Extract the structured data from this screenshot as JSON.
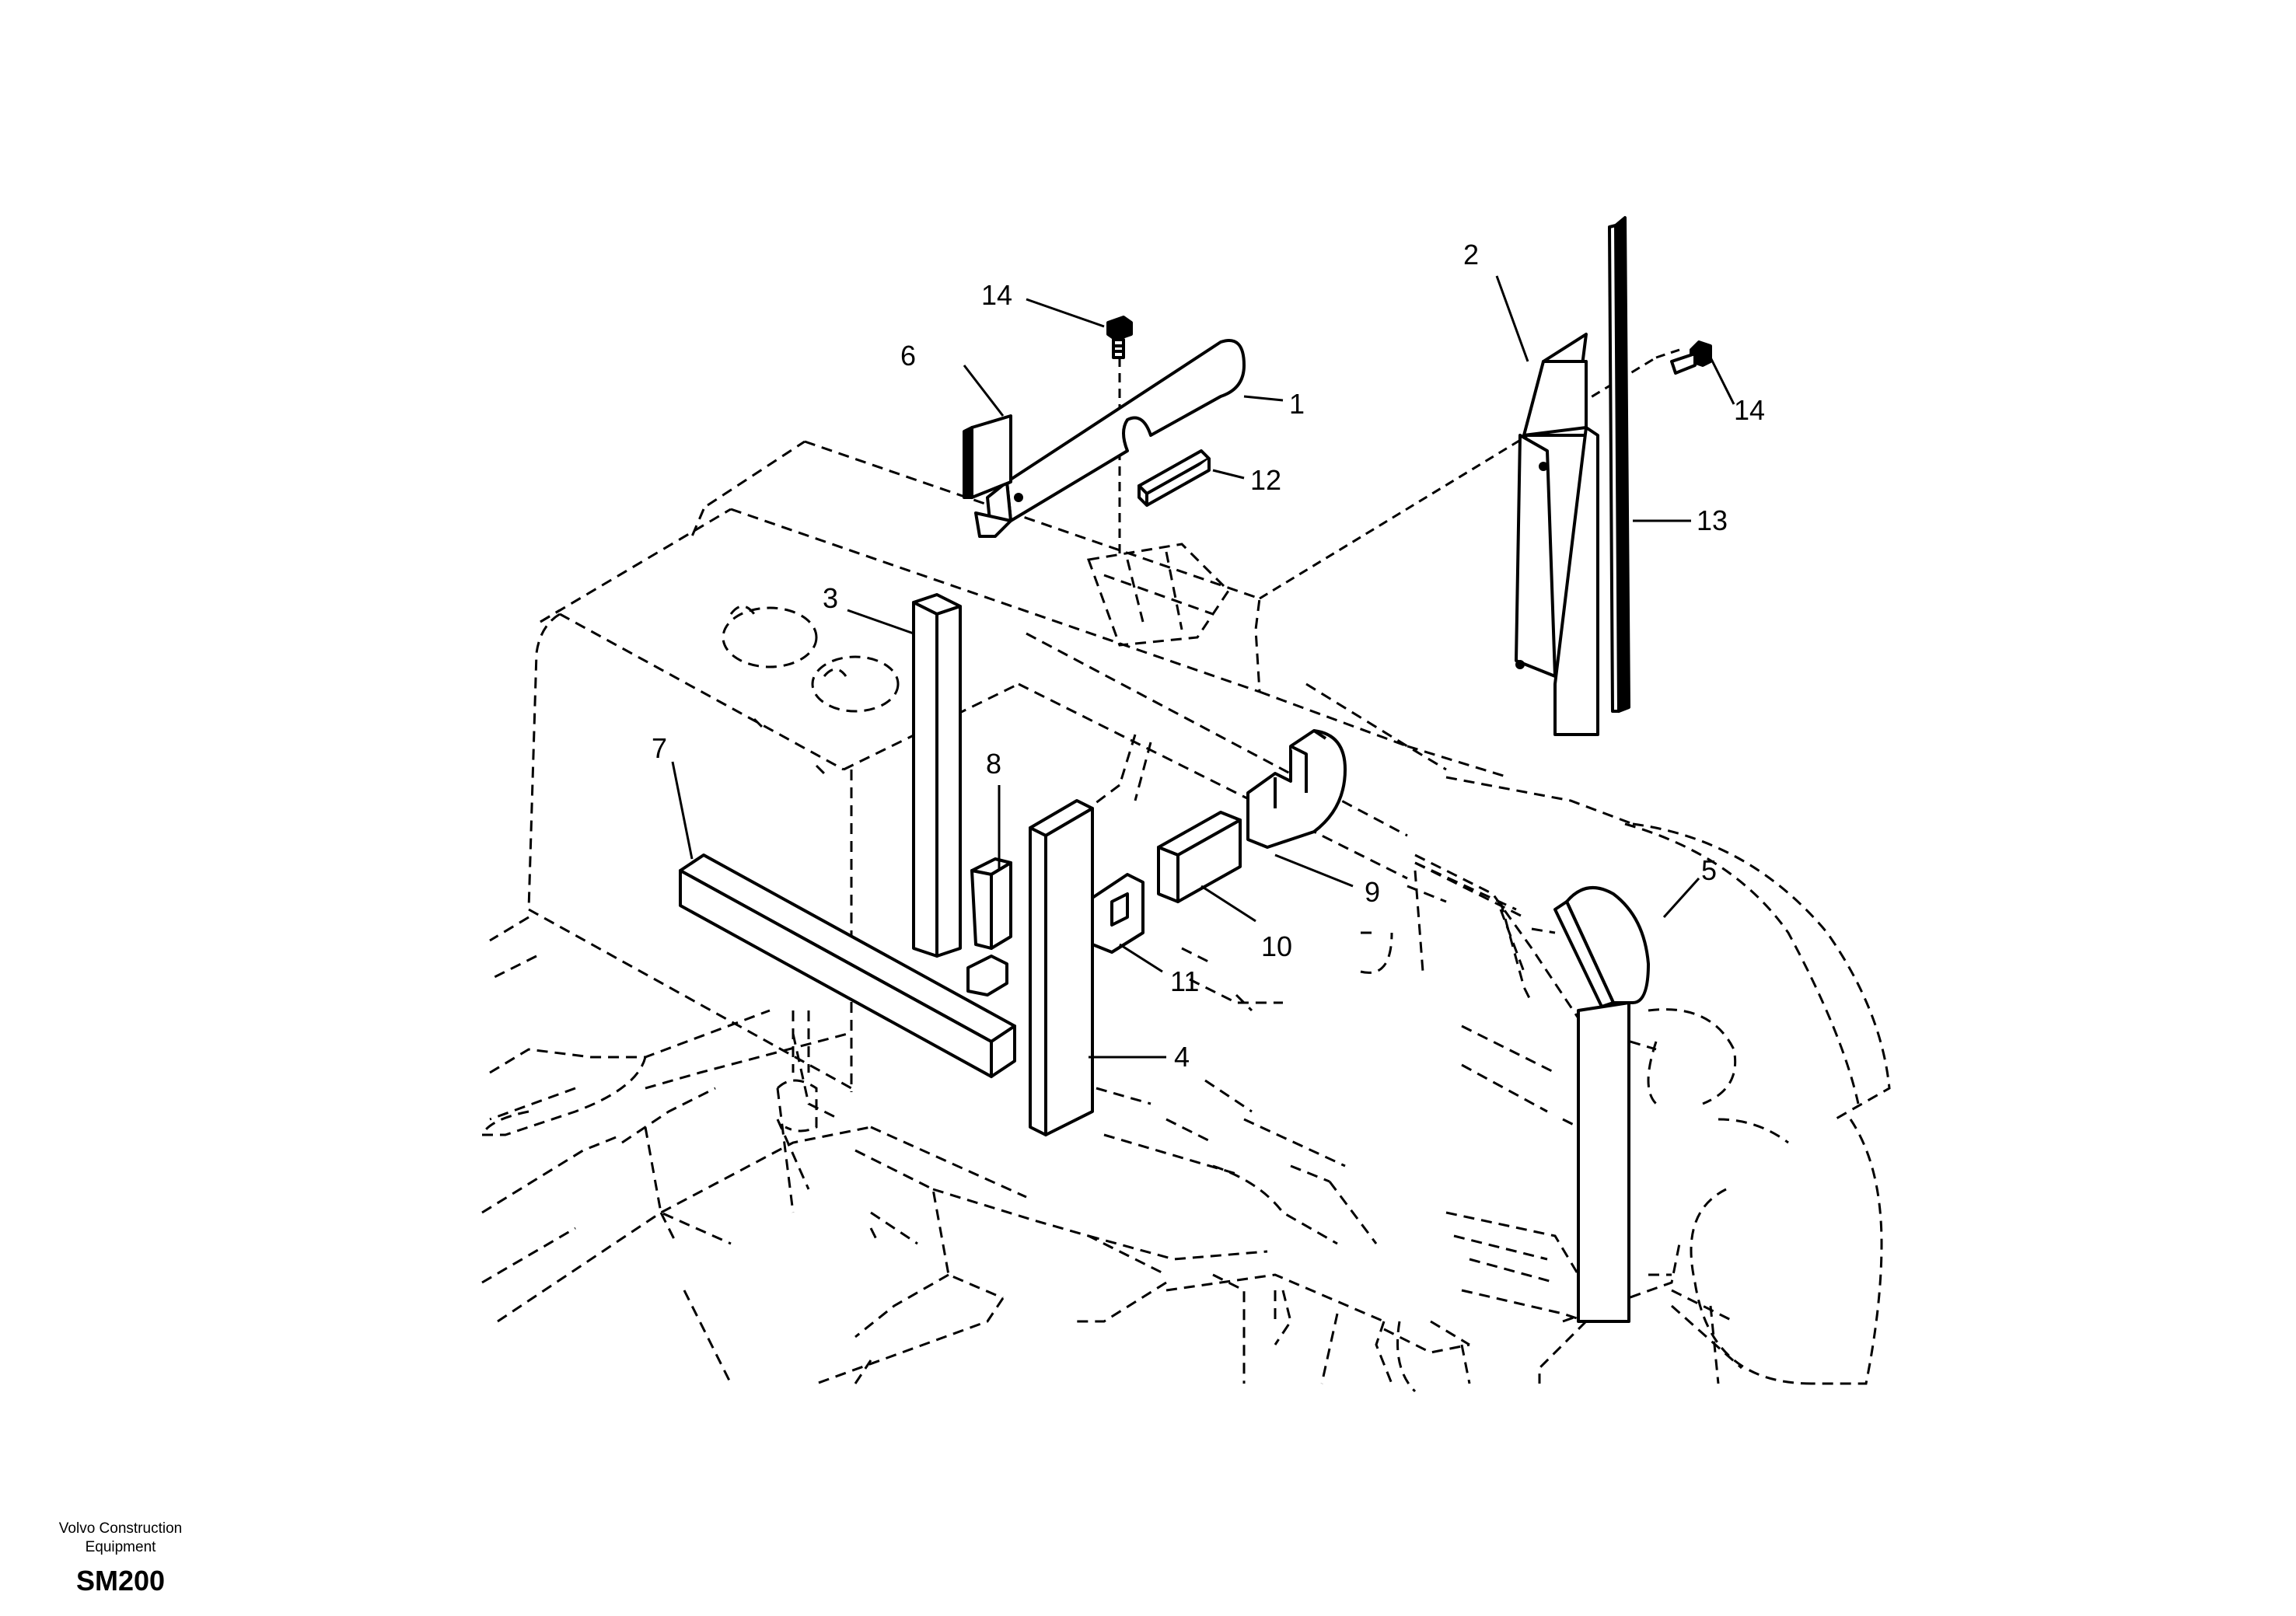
{
  "diagram": {
    "callouts": [
      {
        "id": "c1",
        "text": "1"
      },
      {
        "id": "c2",
        "text": "2"
      },
      {
        "id": "c3",
        "text": "3"
      },
      {
        "id": "c4",
        "text": "4"
      },
      {
        "id": "c5",
        "text": "5"
      },
      {
        "id": "c6",
        "text": "6"
      },
      {
        "id": "c7",
        "text": "7"
      },
      {
        "id": "c8",
        "text": "8"
      },
      {
        "id": "c9",
        "text": "9"
      },
      {
        "id": "c10",
        "text": "10"
      },
      {
        "id": "c11",
        "text": "11"
      },
      {
        "id": "c12",
        "text": "12"
      },
      {
        "id": "c13",
        "text": "13"
      },
      {
        "id": "c14a",
        "text": "14"
      },
      {
        "id": "c14b",
        "text": "14"
      }
    ]
  },
  "footer": {
    "maker_line1": "Volvo Construction",
    "maker_line2": "Equipment",
    "model": "SM200"
  },
  "colors": {
    "ink": "#000000",
    "paper": "#ffffff"
  }
}
